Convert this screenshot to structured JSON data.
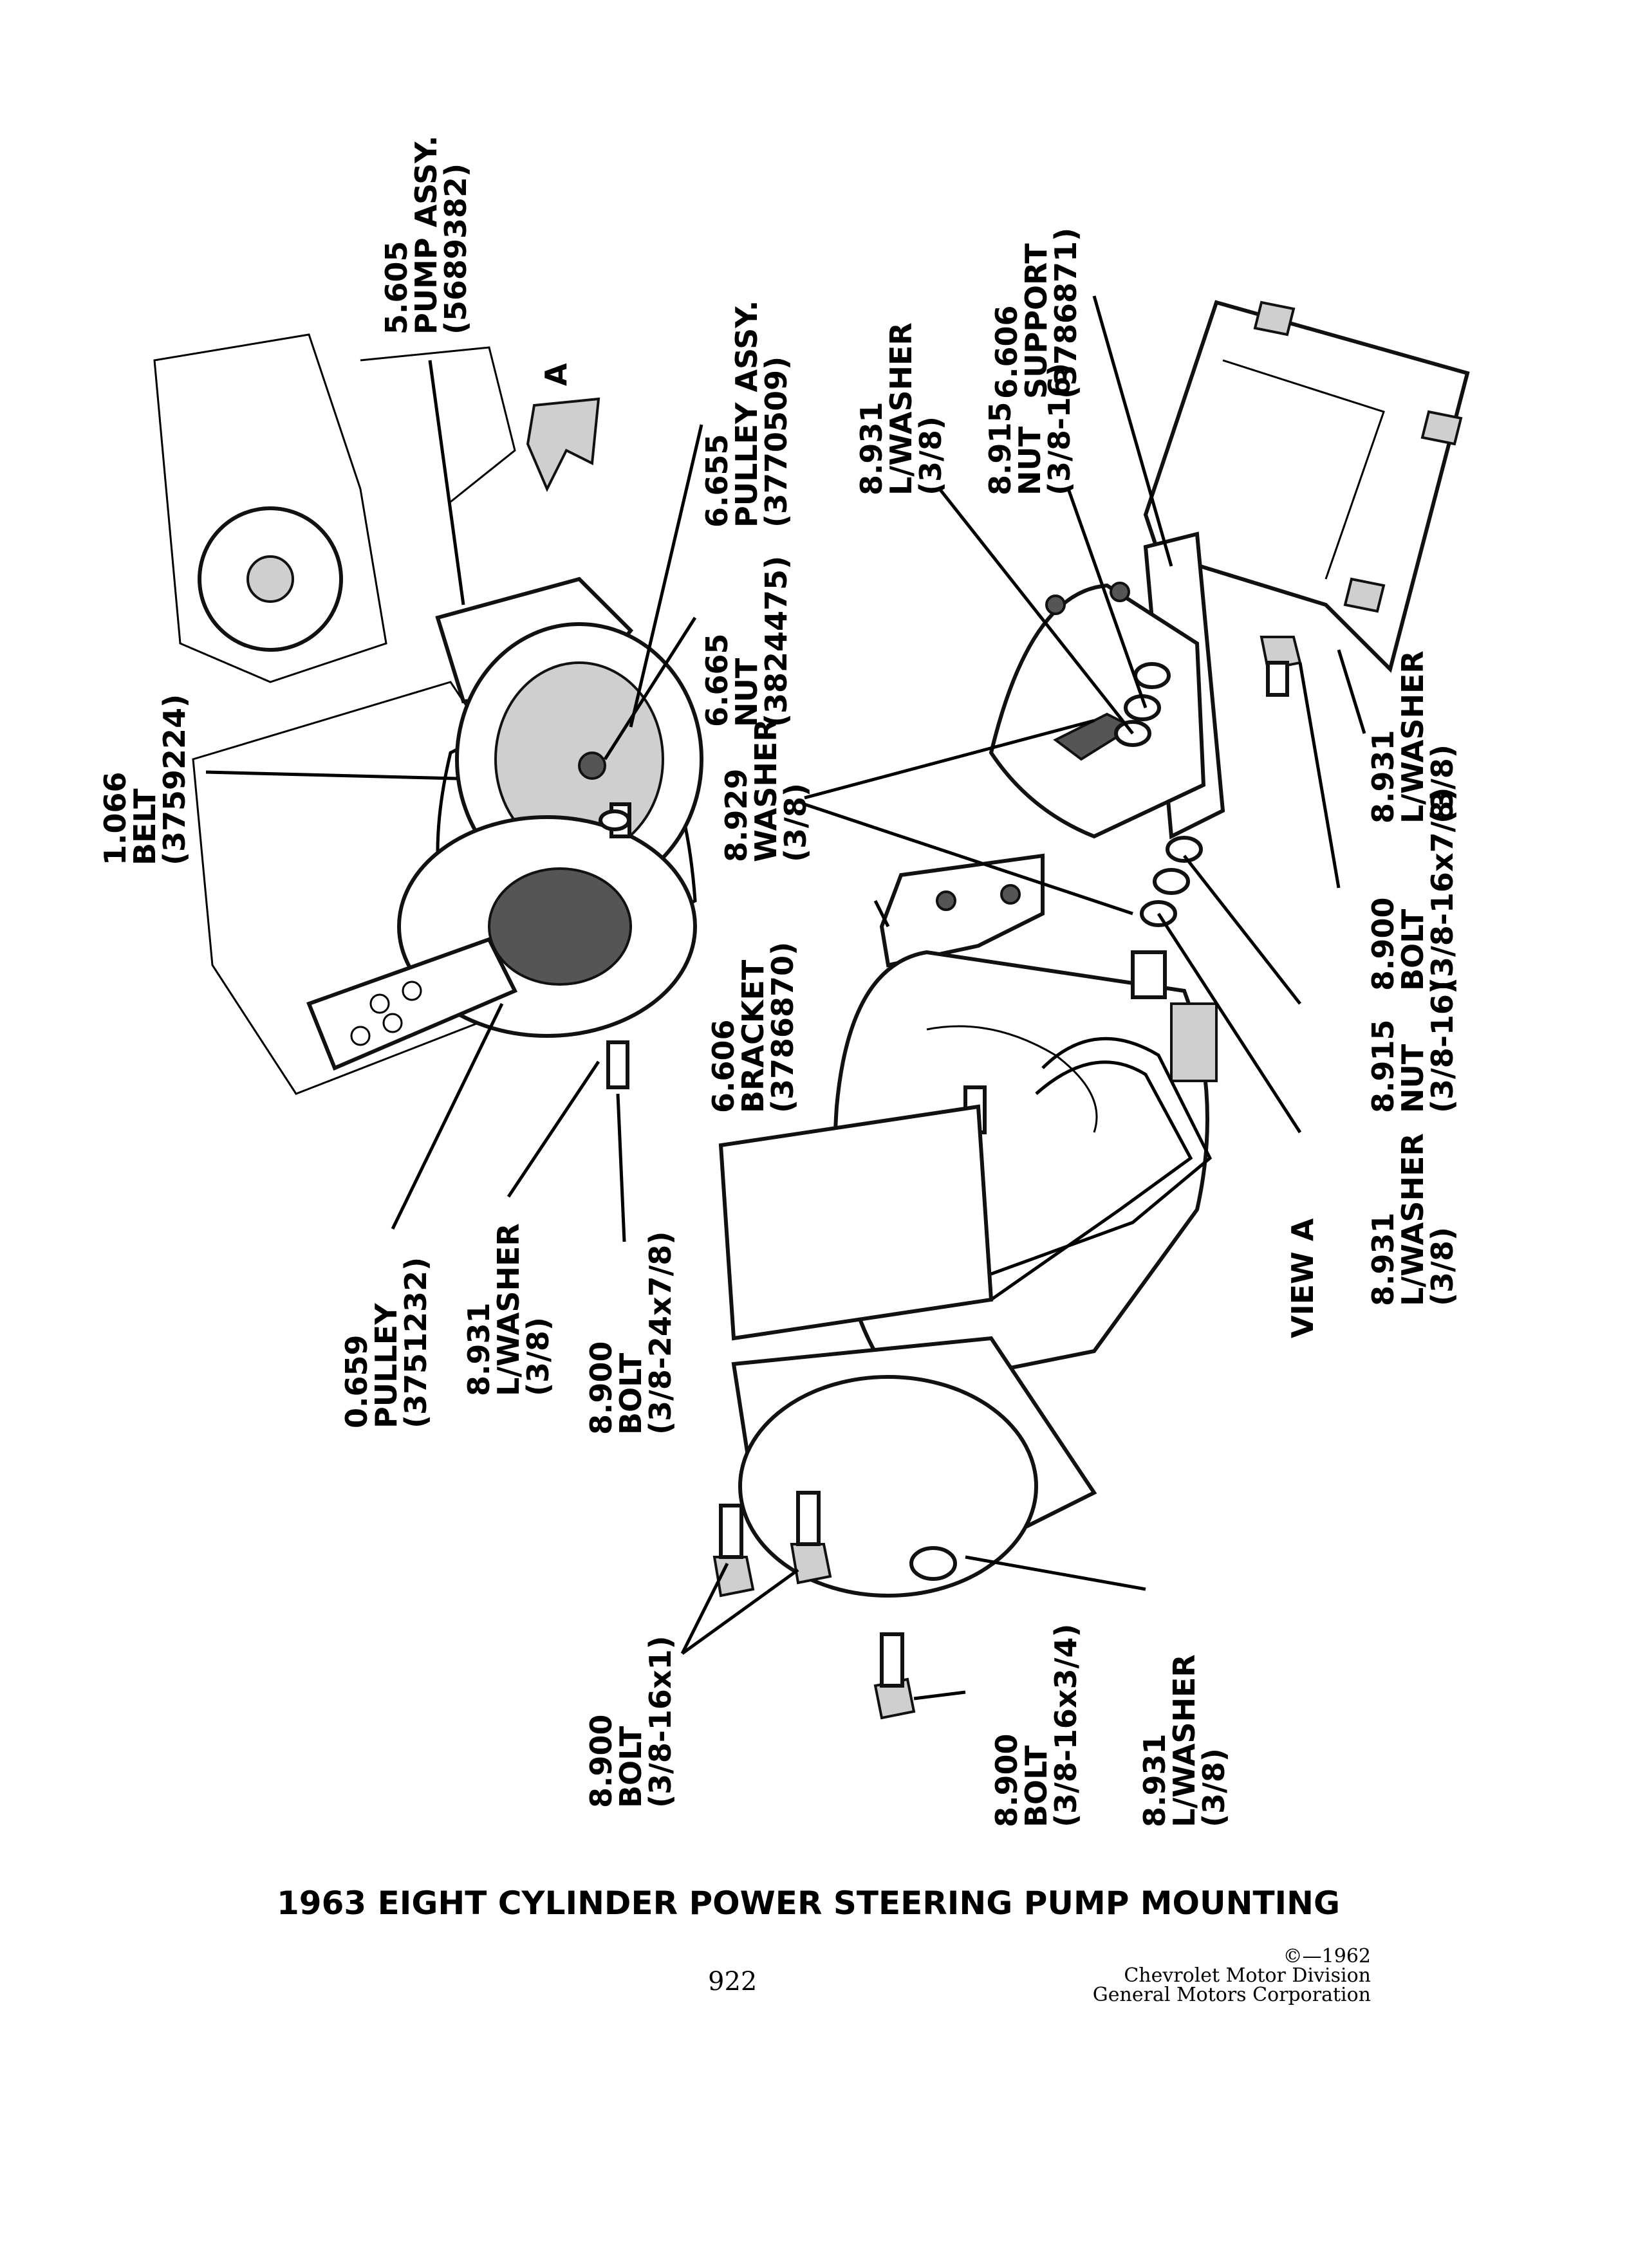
{
  "title": "1963 EIGHT CYLINDER POWER STEERING PUMP MOUNTING",
  "page_number": "922",
  "copyright": {
    "line1": "©—1962",
    "line2": "Chevrolet Motor Division",
    "line3": "General Motors Corporation"
  },
  "view_label": "VIEW A",
  "view_marker": "A",
  "callouts": {
    "pump_assy": {
      "l1": "5.605",
      "l2": "PUMP ASSY.",
      "l3": "(5689382)"
    },
    "pulley_assy": {
      "l1": "6.655",
      "l2": "PULLEY ASSY.",
      "l3": "(3770509)"
    },
    "nut_6665": {
      "l1": "6.665",
      "l2": "NUT",
      "l3": "(3824475)"
    },
    "belt": {
      "l1": "1.066",
      "l2": "BELT",
      "l3": "(3759224)"
    },
    "washer_8929": {
      "l1": "8.929",
      "l2": "WASHER",
      "l3": "(3/8)"
    },
    "lwasher_top": {
      "l1": "8.931",
      "l2": "L/WASHER",
      "l3": "(3/8)"
    },
    "nut_top": {
      "l1": "8.915",
      "l2": "NUT",
      "l3": "(3/8-16)"
    },
    "support": {
      "l1": "6.606",
      "l2": "SUPPORT",
      "l3": "(3786871)"
    },
    "lwasher_right": {
      "l1": "8.931",
      "l2": "L/WASHER",
      "l3": "(3/8)"
    },
    "bolt_right": {
      "l1": "8.900",
      "l2": "BOLT",
      "l3": "(3/8-16x7/8)"
    },
    "nut_mid": {
      "l1": "8.915",
      "l2": "NUT",
      "l3": "(3/8-16)"
    },
    "lwasher_mid": {
      "l1": "8.931",
      "l2": "L/WASHER",
      "l3": "(3/8)"
    },
    "bracket": {
      "l1": "6.606",
      "l2": "BRACKET",
      "l3": "(3786870)"
    },
    "pulley": {
      "l1": "0.659",
      "l2": "PULLEY",
      "l3": "(3751232)"
    },
    "lwasher_left": {
      "l1": "8.931",
      "l2": "L/WASHER",
      "l3": "(3/8)"
    },
    "bolt_left": {
      "l1": "8.900",
      "l2": "BOLT",
      "l3": "(3/8-24x7/8)"
    },
    "bolt_bottom_left": {
      "l1": "8.900",
      "l2": "BOLT",
      "l3": "(3/8-16x1)"
    },
    "bolt_bottom_mid": {
      "l1": "8.900",
      "l2": "BOLT",
      "l3": "(3/8-16x3/4)"
    },
    "lwasher_bottom": {
      "l1": "8.931",
      "l2": "L/WASHER",
      "l3": "(3/8)"
    }
  }
}
